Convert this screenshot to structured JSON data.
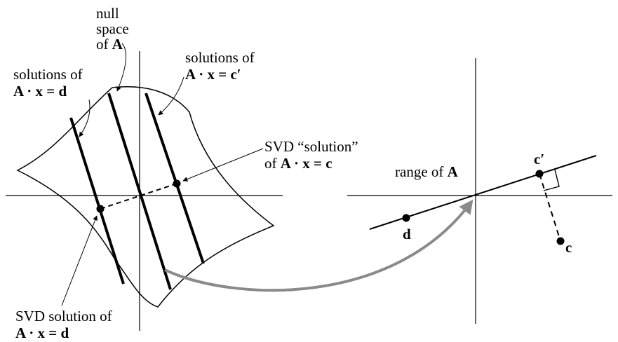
{
  "labels": {
    "null_space": {
      "line1": "null",
      "line2": "space",
      "line3_prefix": "of ",
      "line3_math": "A"
    },
    "solutions_d": {
      "line1": "solutions of",
      "line2": "A · x = d"
    },
    "solutions_cprime": {
      "line1": "solutions of",
      "line2": "A · x = c′"
    },
    "svd_solution_c": {
      "line1": "SVD “solution”",
      "line2_prefix": "of ",
      "line2_math": "A · x = c"
    },
    "svd_solution_d": {
      "line1": "SVD solution of",
      "line2": "A · x = d"
    },
    "range": {
      "prefix": "range of ",
      "math": "A"
    },
    "point_d": "d",
    "point_cprime": "c′",
    "point_c": "c"
  },
  "colors": {
    "ink": "#000000",
    "mapping_arrow": "#8a8a8a",
    "background": "#ffffff"
  }
}
